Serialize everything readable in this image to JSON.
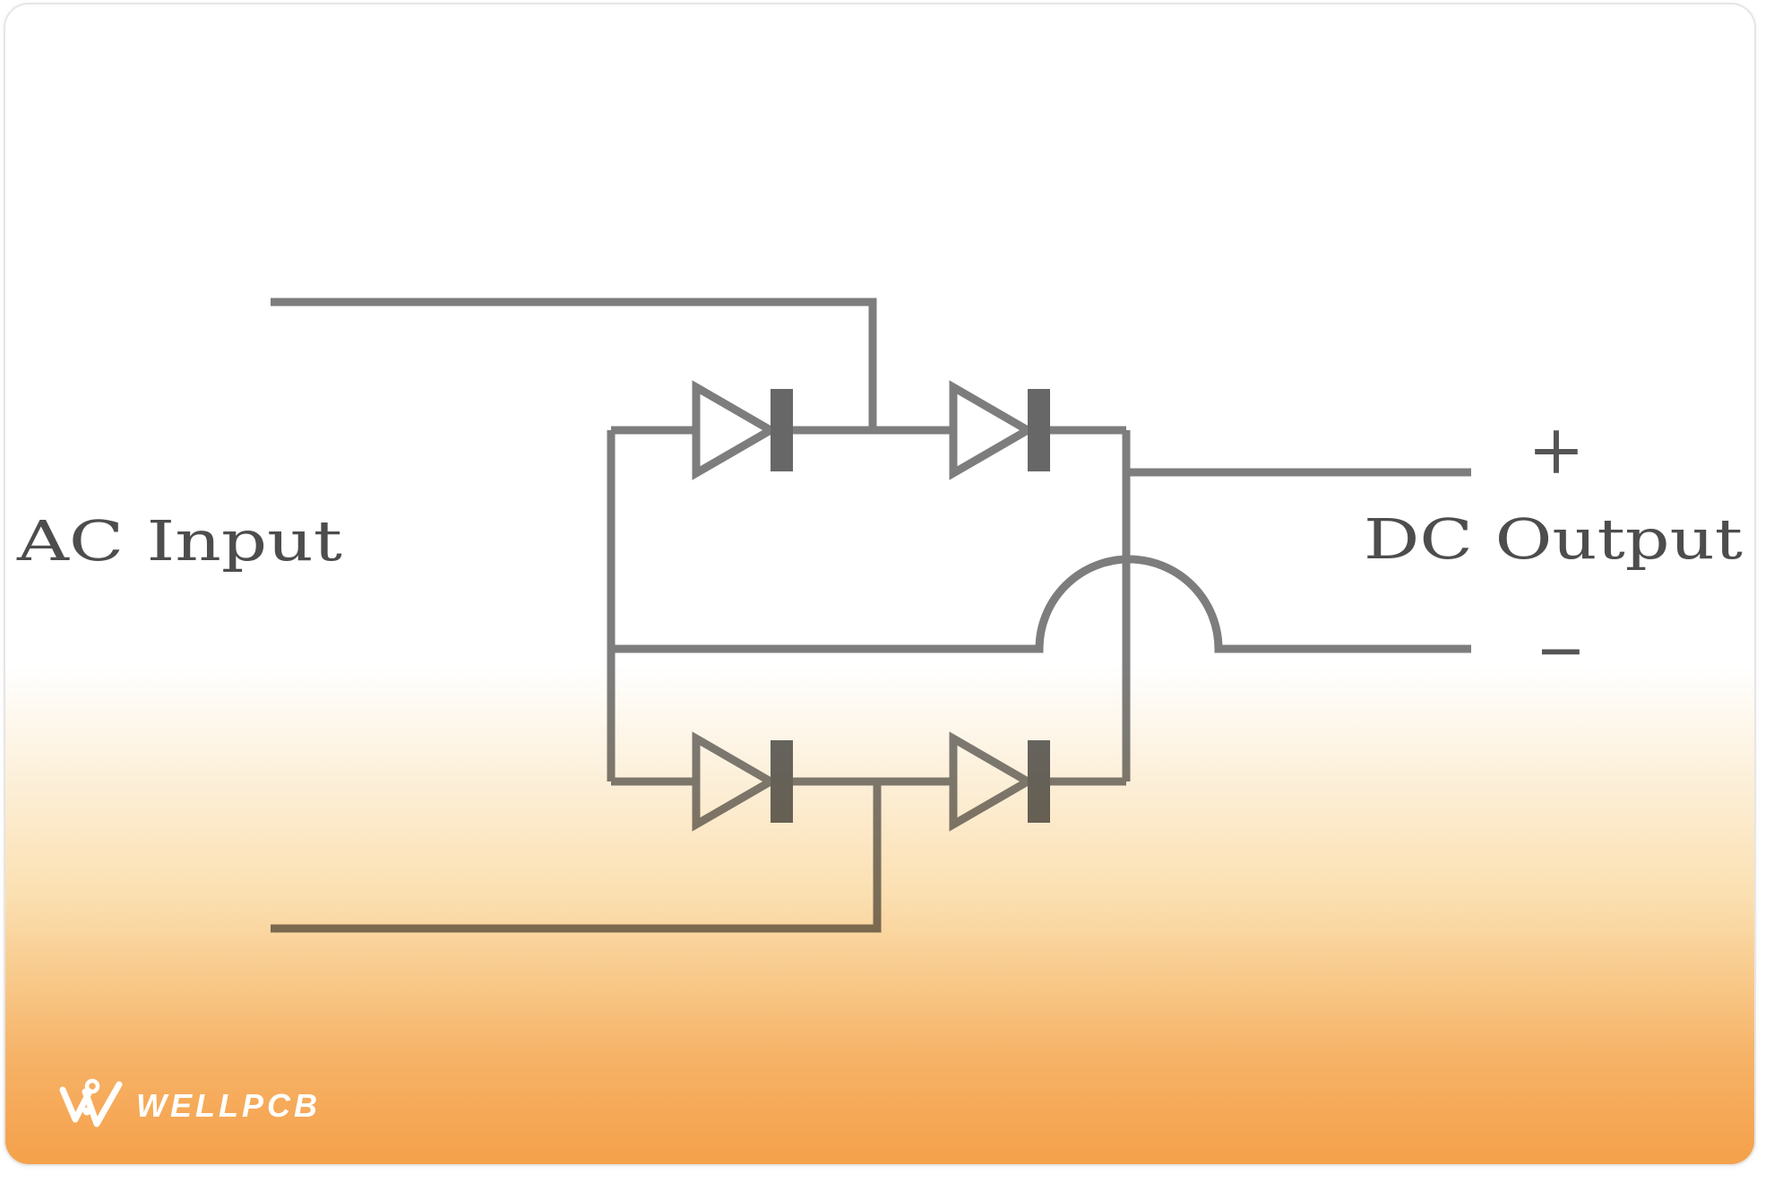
{
  "page": {
    "background": "#ffffff"
  },
  "card": {
    "background_top": "#ffffff",
    "background_bottom": "#f5a24d",
    "border_color": "#e6e6e6"
  },
  "diagram": {
    "type": "full-bridge-rectifier-schematic",
    "diode_count": 4,
    "wire_color": "#7d7d7d",
    "diode_bar_color": "#676767",
    "text_color": "#4d4d4d",
    "labels": {
      "ac_input": "AC Input",
      "dc_output": "DC Output",
      "plus": "+",
      "minus": "−"
    }
  },
  "logo": {
    "text": "WELLPCB",
    "color": "#ffffff"
  }
}
